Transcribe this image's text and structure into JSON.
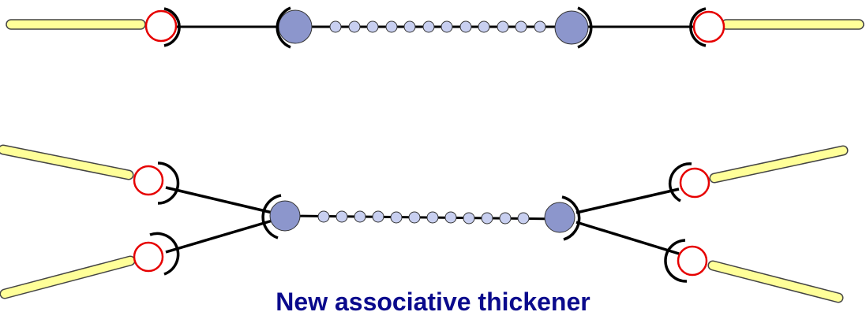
{
  "caption": "New associative thickener",
  "colors": {
    "caption": "#0a0a8c",
    "tail_fill": "#ffff99",
    "tail_stroke": "#444444",
    "head_ring": "#e60000",
    "big_bead_fill": "#8c96cc",
    "small_bead_fill": "#c8cff0",
    "bond": "#000000"
  },
  "molecules": [
    {
      "name": "top-molecule",
      "arms_per_end": 1,
      "chain_beads": 12
    },
    {
      "name": "bottom-molecule",
      "arms_per_end": 2,
      "chain_beads": 12
    }
  ]
}
